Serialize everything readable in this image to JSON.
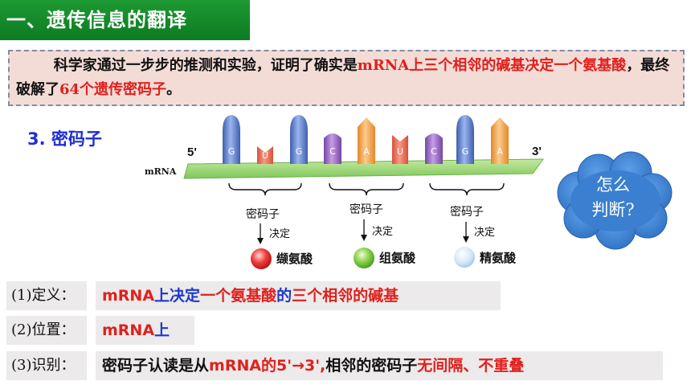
{
  "title": "一、遗传信息的翻译",
  "intro": {
    "part1": "科学家通过一步步的推测和实验，证明了确实是",
    "part2": "mRNA上三个相邻的碱基决定一个氨基酸",
    "part3": "，最终破解了",
    "part4": "64个遗传密码子",
    "part5": "。"
  },
  "heading": "3. 密码子",
  "diagram": {
    "end5": "5'",
    "end3": "3'",
    "strand_label": "mRNA",
    "bases": [
      "G",
      "U",
      "G",
      "C",
      "A",
      "U",
      "C",
      "G",
      "A"
    ],
    "codon_label": "密码子",
    "decide_label": "决定",
    "amino_acids": [
      "缬氨酸",
      "组氨酸",
      "精氨酸"
    ]
  },
  "bubble": {
    "line1": "怎么",
    "line2": "判断?"
  },
  "definition": {
    "label": "(1)定义：",
    "p1": "mRNA",
    "p2": "上决定",
    "p3": "一个氨基酸",
    "p4": "的",
    "p5": "三个相邻的碱基"
  },
  "position": {
    "label": "(2)位置：",
    "p1": "mRNA",
    "p2": "上"
  },
  "identify": {
    "label": "(3)识别：",
    "p1": "密码子认读是从",
    "p2": "mRNA的5'→3',",
    "p3": "相邻的密码子",
    "p4": "无间隔、不重叠"
  },
  "colors": {
    "green_title": "#1e9a33",
    "red": "#e0201d",
    "blue": "#1f37c9",
    "base_blue": "#5f7fc9",
    "base_red": "#f07050",
    "base_purple": "#9a64c1",
    "base_orange": "#f4a14a"
  }
}
